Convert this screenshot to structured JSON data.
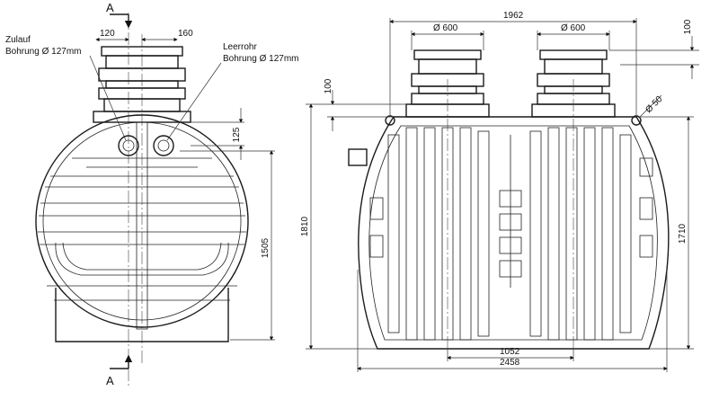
{
  "section": {
    "marker": "A"
  },
  "left_view": {
    "inlet_label_line1": "Zulauf",
    "inlet_label_line2": "Bohrung Ø 127mm",
    "vent_label_line1": "Leerrohr",
    "vent_label_line2": "Bohrung Ø 127mm",
    "dim_inlet_offset": "120",
    "dim_vent_offset": "160",
    "dim_pipe_drop": "125",
    "dim_pipe_height": "1505"
  },
  "right_view": {
    "dim_overall_top": "1962",
    "dim_dome_left": "Ø 600",
    "dim_dome_right": "Ø 600",
    "dim_riser_right": "100",
    "dim_riser_left": "100",
    "dim_vent_hole": "Ø 50",
    "dim_total_height": "1810",
    "dim_body_height": "1710",
    "dim_foot_width": "1052",
    "dim_total_length": "2458"
  }
}
